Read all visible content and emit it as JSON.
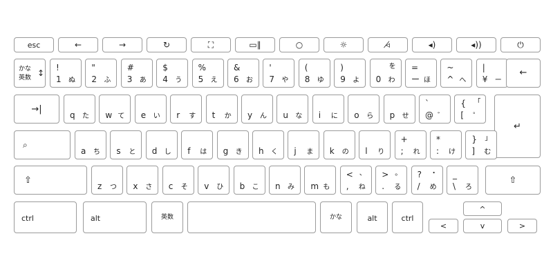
{
  "keys": {
    "esc": "esc",
    "back": "←",
    "forward": "→",
    "refresh": "↻",
    "fullscreen": "⛶",
    "overview": "▭∥",
    "bright_down": "○",
    "bright_up": "☼",
    "mute": "◃̸",
    "vol_down": "◂)",
    "vol_up": "◂))",
    "power": "⏻",
    "kana_toggle_top": "かな",
    "kana_toggle_bot": "英数",
    "kana_toggle_arrow": "↕",
    "backspace": "←",
    "tab": "→|",
    "search": "⌕",
    "enter": "↵",
    "shift_left": "⇧",
    "shift_right": "⇧",
    "ctrl_left": "ctrl",
    "alt_left": "alt",
    "eisu": "英数",
    "kana": "かな",
    "alt_right": "alt",
    "ctrl_right": "ctrl",
    "arrow_up": "^",
    "arrow_down": "v",
    "arrow_left": "<",
    "arrow_right": ">"
  },
  "row1": [
    {
      "tl": "!",
      "bl": "1",
      "br": "ぬ"
    },
    {
      "tl": "\"",
      "bl": "2",
      "br": "ふ"
    },
    {
      "tl": "#",
      "bl": "3",
      "br": "あ"
    },
    {
      "tl": "$",
      "bl": "4",
      "br": "う"
    },
    {
      "tl": "%",
      "bl": "5",
      "br": "え"
    },
    {
      "tl": "&",
      "bl": "6",
      "br": "お"
    },
    {
      "tl": "'",
      "bl": "7",
      "br": "や"
    },
    {
      "tl": "(",
      "bl": "8",
      "br": "ゆ"
    },
    {
      "tl": ")",
      "bl": "9",
      "br": "よ"
    },
    {
      "tl": "",
      "tr": "を",
      "bl": "0",
      "br": "わ"
    },
    {
      "tl": "=",
      "bl": "ー",
      "br": "ほ"
    },
    {
      "tl": "~",
      "bl": "^",
      "br": "へ"
    },
    {
      "tl": "|",
      "bl": "¥",
      "br": "ー"
    }
  ],
  "row2": [
    {
      "bl": "q",
      "br": "た"
    },
    {
      "bl": "w",
      "br": "て"
    },
    {
      "bl": "e",
      "br": "い"
    },
    {
      "bl": "r",
      "br": "す"
    },
    {
      "bl": "t",
      "br": "か"
    },
    {
      "bl": "y",
      "br": "ん"
    },
    {
      "bl": "u",
      "br": "な"
    },
    {
      "bl": "i",
      "br": "に"
    },
    {
      "bl": "o",
      "br": "ら"
    },
    {
      "bl": "p",
      "br": "せ"
    },
    {
      "tl": "`",
      "bl": "@",
      "br": "゛"
    },
    {
      "tl": "{",
      "tr": "「",
      "bl": "[",
      "br": "゜"
    }
  ],
  "row3": [
    {
      "bl": "a",
      "br": "ち"
    },
    {
      "bl": "s",
      "br": "と"
    },
    {
      "bl": "d",
      "br": "し"
    },
    {
      "bl": "f",
      "br": "は"
    },
    {
      "bl": "g",
      "br": "き"
    },
    {
      "bl": "h",
      "br": "く"
    },
    {
      "bl": "j",
      "br": "ま"
    },
    {
      "bl": "k",
      "br": "の"
    },
    {
      "bl": "l",
      "br": "り"
    },
    {
      "tl": "+",
      "bl": ";",
      "br": "れ"
    },
    {
      "tl": "*",
      "bl": ":",
      "br": "け"
    },
    {
      "tl": "}",
      "tr": "」",
      "bl": "]",
      "br": "む"
    }
  ],
  "row4": [
    {
      "bl": "z",
      "br": "つ"
    },
    {
      "bl": "x",
      "br": "さ"
    },
    {
      "bl": "c",
      "br": "そ"
    },
    {
      "bl": "v",
      "br": "ひ"
    },
    {
      "bl": "b",
      "br": "こ"
    },
    {
      "bl": "n",
      "br": "み"
    },
    {
      "bl": "m",
      "br": "も"
    },
    {
      "tl": "<",
      "tr": "、",
      "bl": ",",
      "br": "ね"
    },
    {
      "tl": ">",
      "tr": "。",
      "bl": ".",
      "br": "る"
    },
    {
      "tl": "?",
      "tr": "・",
      "bl": "/",
      "br": "め"
    },
    {
      "tl": "_",
      "bl": "\\",
      "br": "ろ"
    }
  ]
}
